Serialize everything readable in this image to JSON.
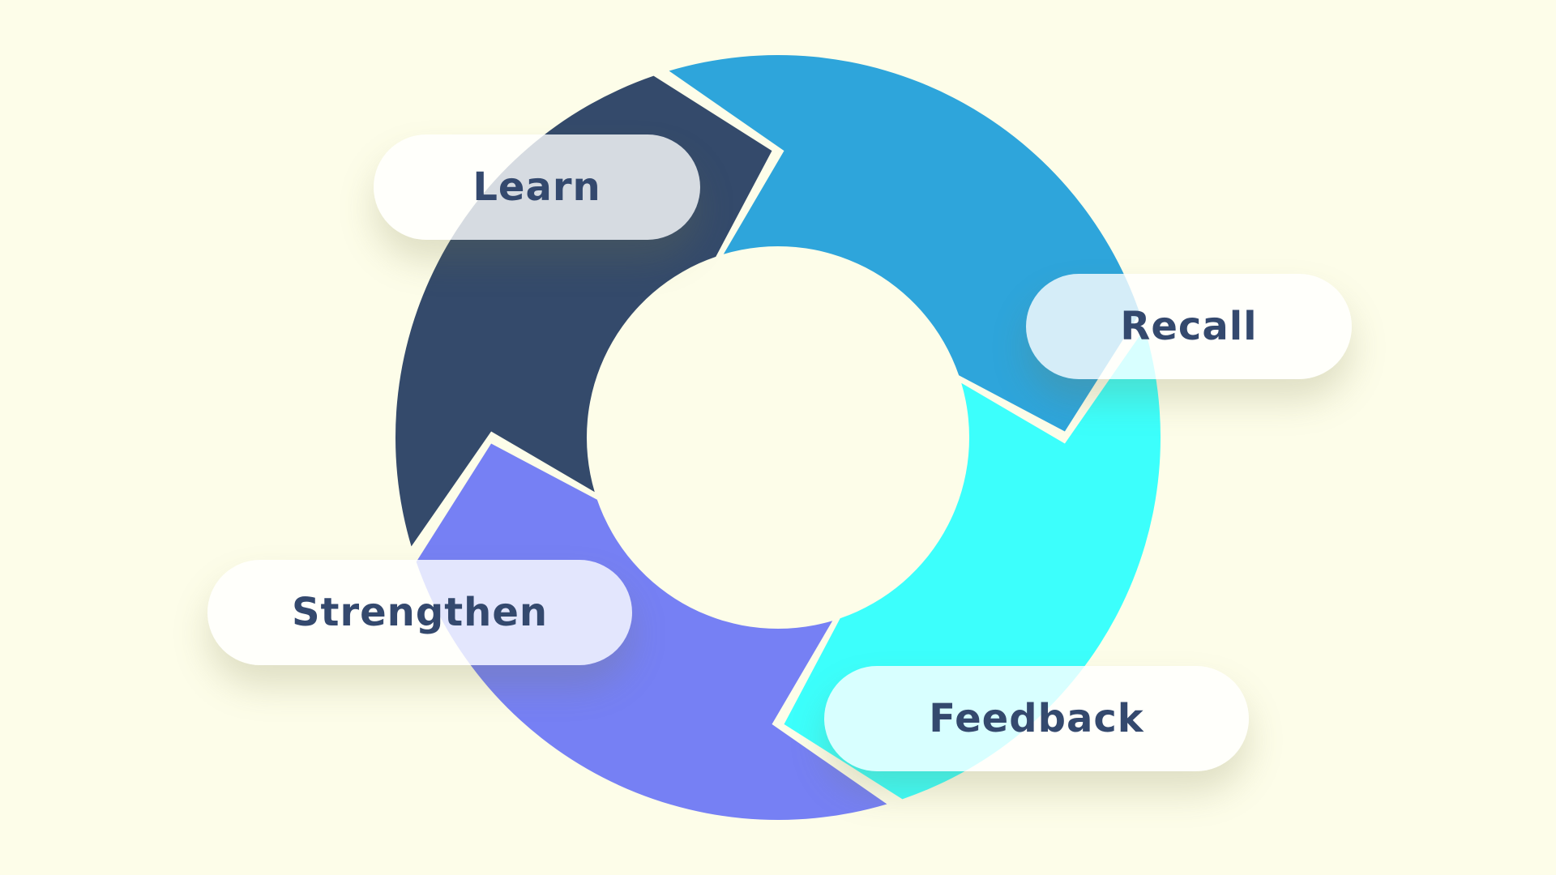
{
  "cycle": {
    "stages": [
      {
        "label": "Learn",
        "color": "#344a6b"
      },
      {
        "label": "Recall",
        "color": "#2ea5db"
      },
      {
        "label": "Feedback",
        "color": "#3cfffc"
      },
      {
        "label": "Strengthen",
        "color": "#7680f4"
      }
    ],
    "background_color": "#fdfde9",
    "label_color": "#34496e",
    "divider_color": "#fdfde9"
  }
}
